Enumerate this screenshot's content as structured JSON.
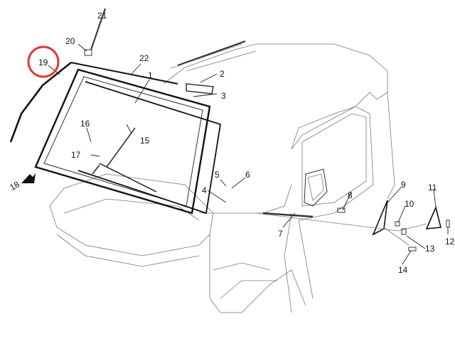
{
  "diagram": {
    "highlight_color": "#e03a2f",
    "highlighted_callout": "19",
    "callouts": {
      "c1": "1",
      "c2": "2",
      "c3": "3",
      "c4": "4",
      "c5": "5",
      "c6": "6",
      "c7": "7",
      "c8": "8",
      "c9": "9",
      "c10": "10",
      "c11": "11",
      "c12": "12",
      "c13": "13",
      "c14": "14",
      "c15": "15",
      "c16": "16",
      "c17": "17",
      "c18": "18",
      "c19": "19",
      "c20": "20",
      "c21": "21",
      "c22": "22"
    }
  }
}
